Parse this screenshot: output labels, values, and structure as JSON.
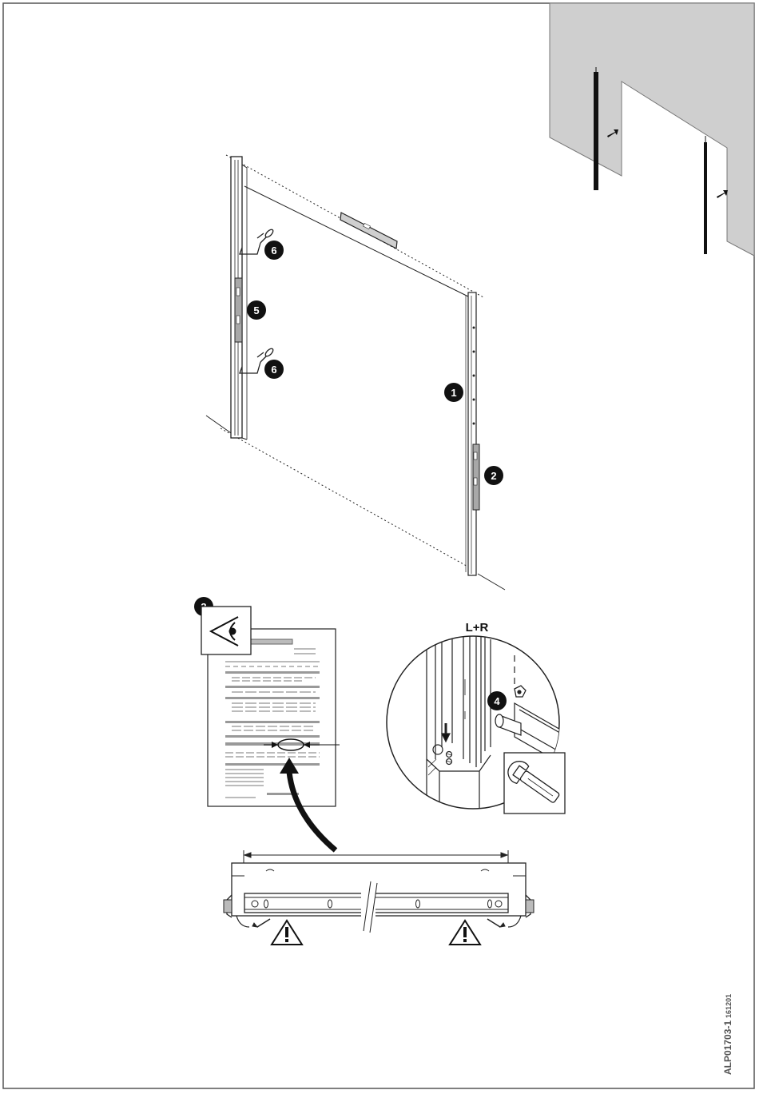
{
  "callouts": {
    "c1": "1",
    "c2": "2",
    "c3": "3",
    "c4": "4",
    "c5": "5",
    "c6a": "6",
    "c6b": "6"
  },
  "detail_label": "L+R",
  "document_code": {
    "main": "ALP01703-1",
    "sub": "161201"
  },
  "colors": {
    "line": "#222222",
    "wall_fill": "#cfcfcf",
    "part_fill": "#a8a8a8",
    "callout_fill": "#111111"
  },
  "icons": [
    "eye-icon",
    "wrench-icon",
    "warning-icon",
    "arrow-icon"
  ]
}
